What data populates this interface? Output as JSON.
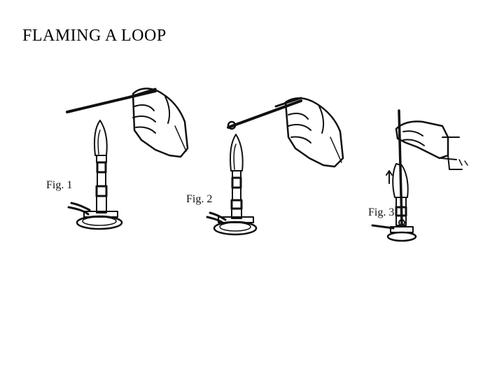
{
  "title": "FLAMING A LOOP",
  "figures": [
    {
      "label": "Fig. 1"
    },
    {
      "label": "Fig. 2"
    },
    {
      "label": "Fig. 3"
    }
  ]
}
